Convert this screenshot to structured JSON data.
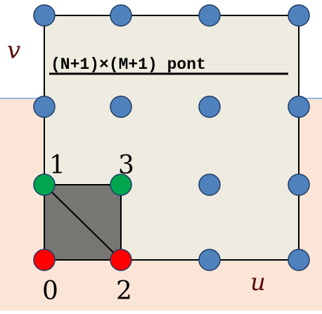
{
  "diagram": {
    "title": "(N+1)×(M+1) pont",
    "axis_v": "v",
    "axis_u": "u",
    "corner_labels": {
      "p0": "0",
      "p1": "1",
      "p2": "2",
      "p3": "3"
    },
    "grid": {
      "columns": 4,
      "rows": 4
    },
    "colors": {
      "node_blue": "#4f81bd",
      "node_green": "#00a550",
      "node_red": "#ff0000",
      "cell_fill": "#787672",
      "panel_fill": "#eeebe0",
      "lower_band": "#fbe5d6",
      "divider_line": "#5b9bd5"
    }
  }
}
